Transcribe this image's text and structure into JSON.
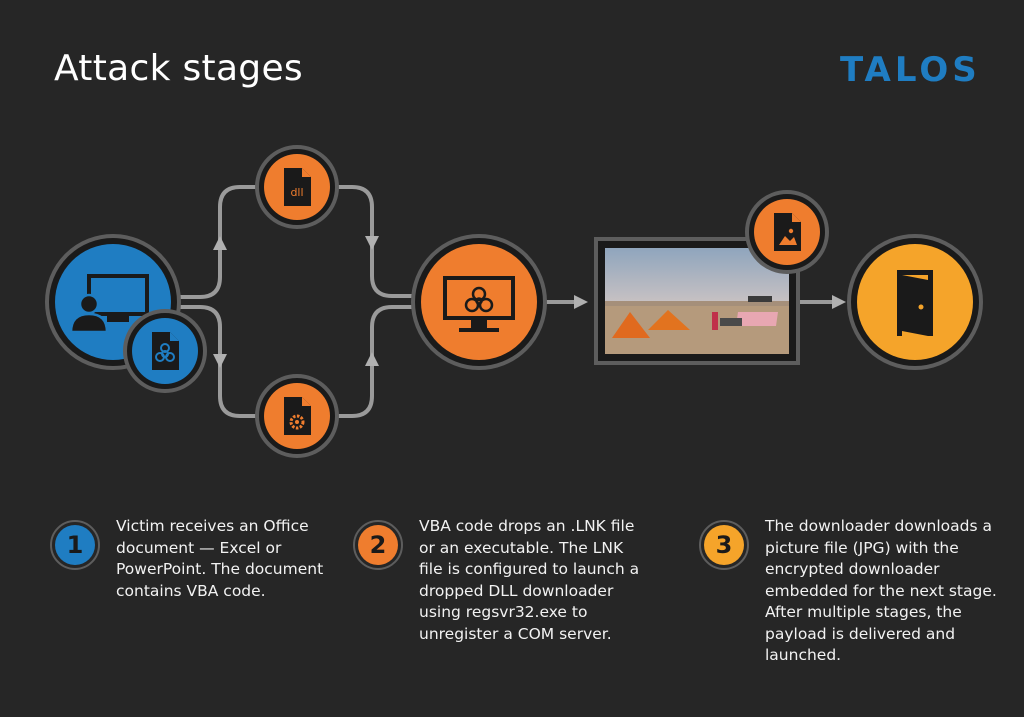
{
  "title": "Attack stages",
  "logo": "TALOS",
  "colors": {
    "background": "#262626",
    "blue": "#1f7dc2",
    "orange": "#ef7d2e",
    "amber": "#f5a42a",
    "ring": "#5d5d5d",
    "connector": "#9a9a9a"
  },
  "icons": {
    "victim": "monitor-user-icon",
    "office_doc": "biohazard-document-icon",
    "dll": "dll-file-icon",
    "exe": "gear-file-icon",
    "com_server": "biohazard-monitor-icon",
    "picture": "image-file-icon",
    "payload": "door-icon"
  },
  "dll_label": "dll",
  "steps": [
    {
      "number": "1",
      "text": "Victim receives an Office document — Excel or PowerPoint. The document contains VBA code."
    },
    {
      "number": "2",
      "text": "VBA code drops an .LNK file or an executable. The LNK file is configured to launch a dropped DLL downloader using regsvr32.exe to unregister a COM server."
    },
    {
      "number": "3",
      "text": "The downloader downloads a picture file (JPG) with the encrypted downloader embedded for the next stage. After multiple stages, the payload is delivered and launched."
    }
  ]
}
